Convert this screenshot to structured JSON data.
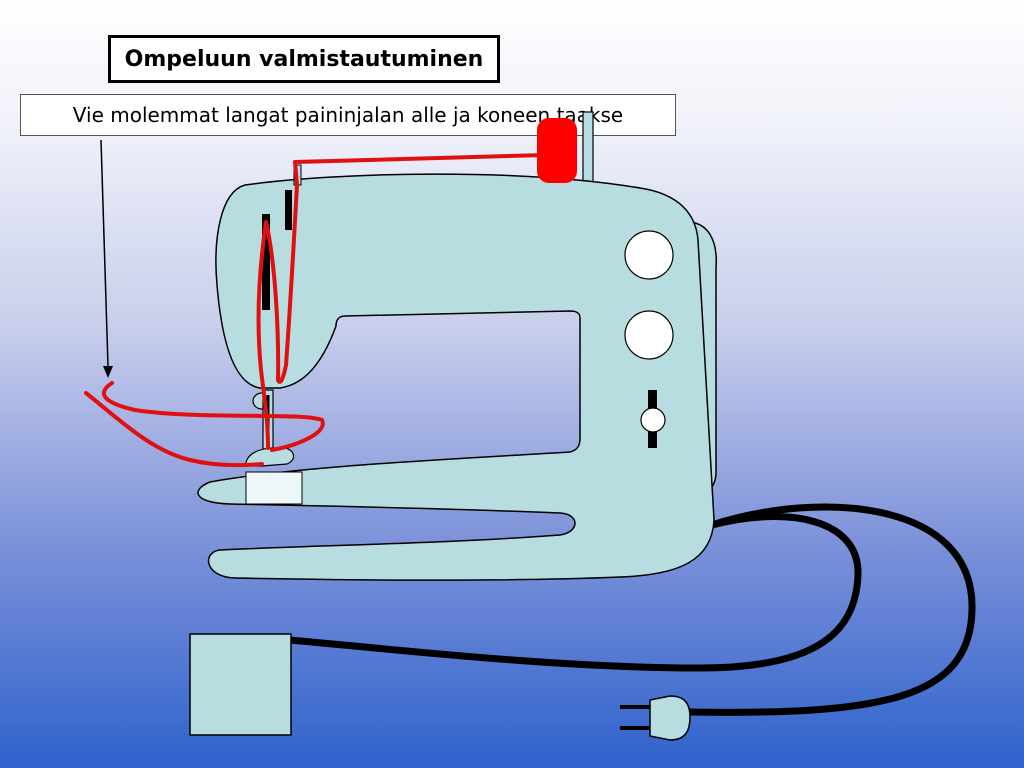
{
  "slide": {
    "title": "Ompeluun valmistautuminen",
    "caption": "Vie molemmat langat paininjalan alle ja koneen taakse"
  },
  "colors": {
    "machine_body": "#b8dde0",
    "thread": "#e01010",
    "spool": "#ff0000",
    "cord": "#000000",
    "button": "#ffffff",
    "background_top": "#ffffff",
    "background_bottom": "#2e62cc"
  },
  "icons": {
    "machine": "sewing-machine",
    "spool": "thread-spool",
    "pedal": "foot-pedal",
    "plug": "power-plug"
  }
}
